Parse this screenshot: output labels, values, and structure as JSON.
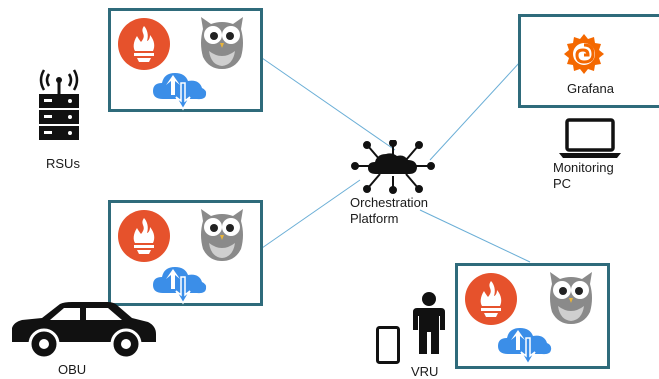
{
  "labels": {
    "rsus": "RSUs",
    "obu": "OBU",
    "vru": "VRU",
    "grafana": "Grafana",
    "monitoring_line1": "Monitoring",
    "monitoring_line2": "PC",
    "orchestration_line1": "Orchestration",
    "orchestration_line2": "Platform"
  },
  "colors": {
    "box_border": "#2f6b7b",
    "connector": "#6aaed6",
    "prometheus": "#e6522c",
    "cloud": "#3b8ee8",
    "grafana": "#f46800"
  },
  "icons": {
    "prometheus": "prometheus-icon",
    "owl": "owl-icon",
    "cloud_transfer": "cloud-upload-download-icon",
    "grafana": "grafana-icon",
    "laptop": "laptop-icon",
    "router": "router-icon",
    "car": "car-icon",
    "phone": "smartphone-icon",
    "person": "person-icon",
    "orchestration": "cloud-network-icon"
  }
}
